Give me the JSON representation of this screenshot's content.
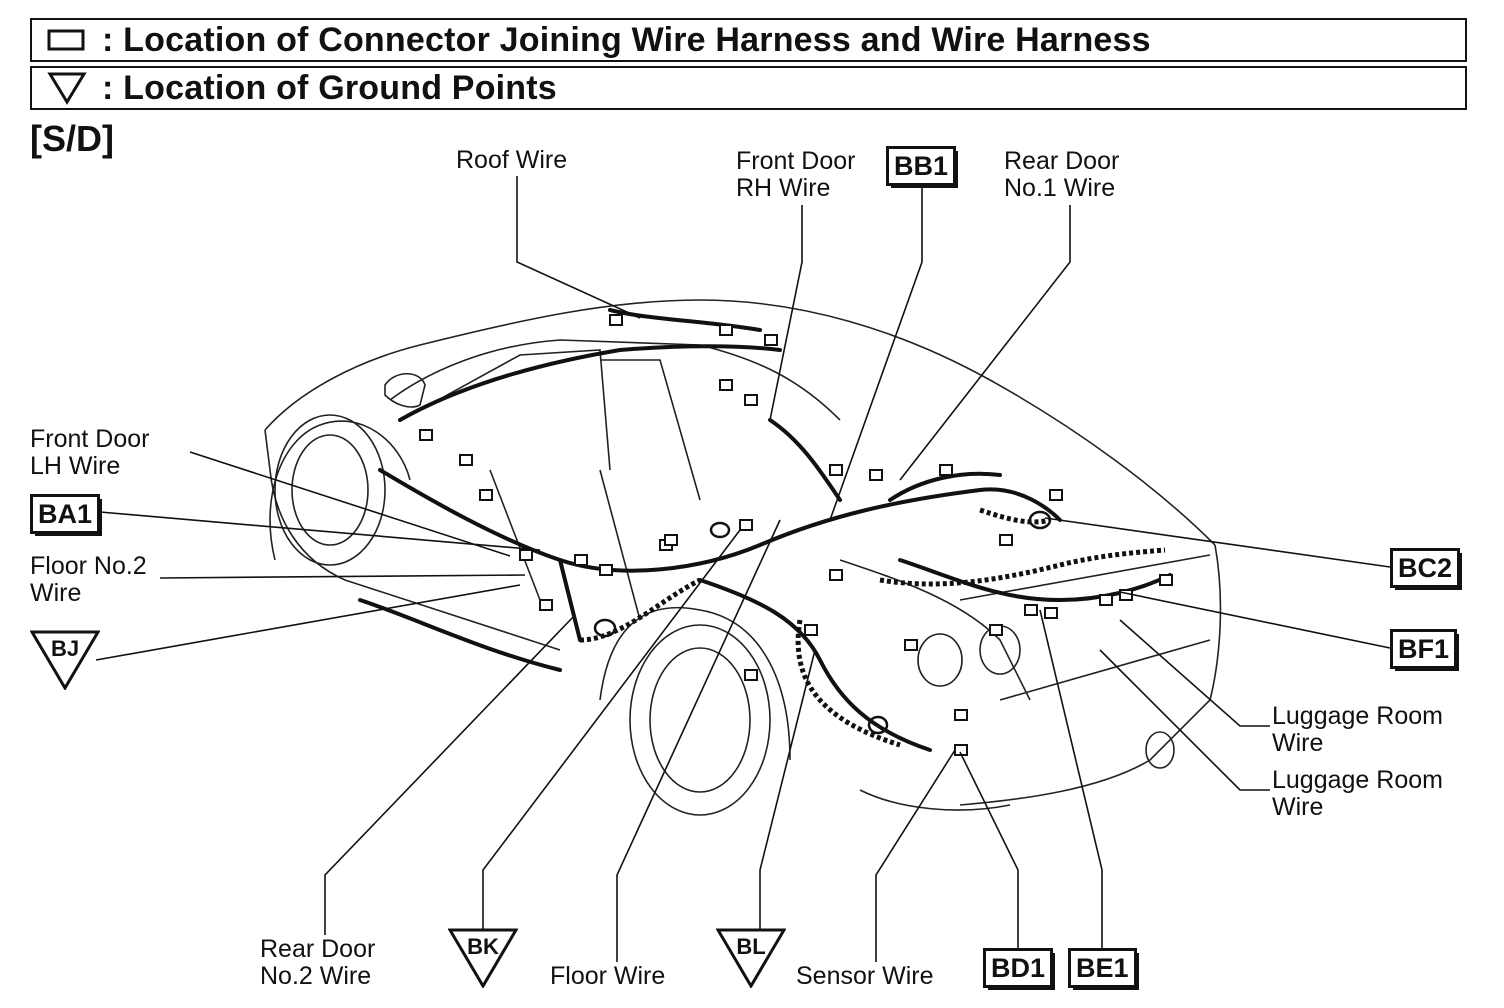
{
  "legend": {
    "connector_text": ": Location of Connector Joining Wire Harness and Wire Harness",
    "ground_text": ": Location of Ground Points"
  },
  "variant": "[S/D]",
  "wires": {
    "roof": "Roof Wire",
    "front_door_rh": [
      "Front Door",
      "RH Wire"
    ],
    "rear_door_no1": [
      "Rear Door",
      "No.1 Wire"
    ],
    "front_door_lh": [
      "Front Door",
      "LH Wire"
    ],
    "floor_no2": [
      "Floor No.2",
      "Wire"
    ],
    "luggage_room_1": [
      "Luggage Room",
      "Wire"
    ],
    "luggage_room_2": [
      "Luggage Room",
      "Wire"
    ],
    "rear_door_no2": [
      "Rear Door",
      "No.2 Wire"
    ],
    "floor": "Floor Wire",
    "sensor": "Sensor Wire"
  },
  "connectors": {
    "ba1": "BA1",
    "bb1": "BB1",
    "bc2": "BC2",
    "bf1": "BF1",
    "bd1": "BD1",
    "be1": "BE1"
  },
  "grounds": {
    "bj": "BJ",
    "bk": "BK",
    "bl": "BL"
  }
}
